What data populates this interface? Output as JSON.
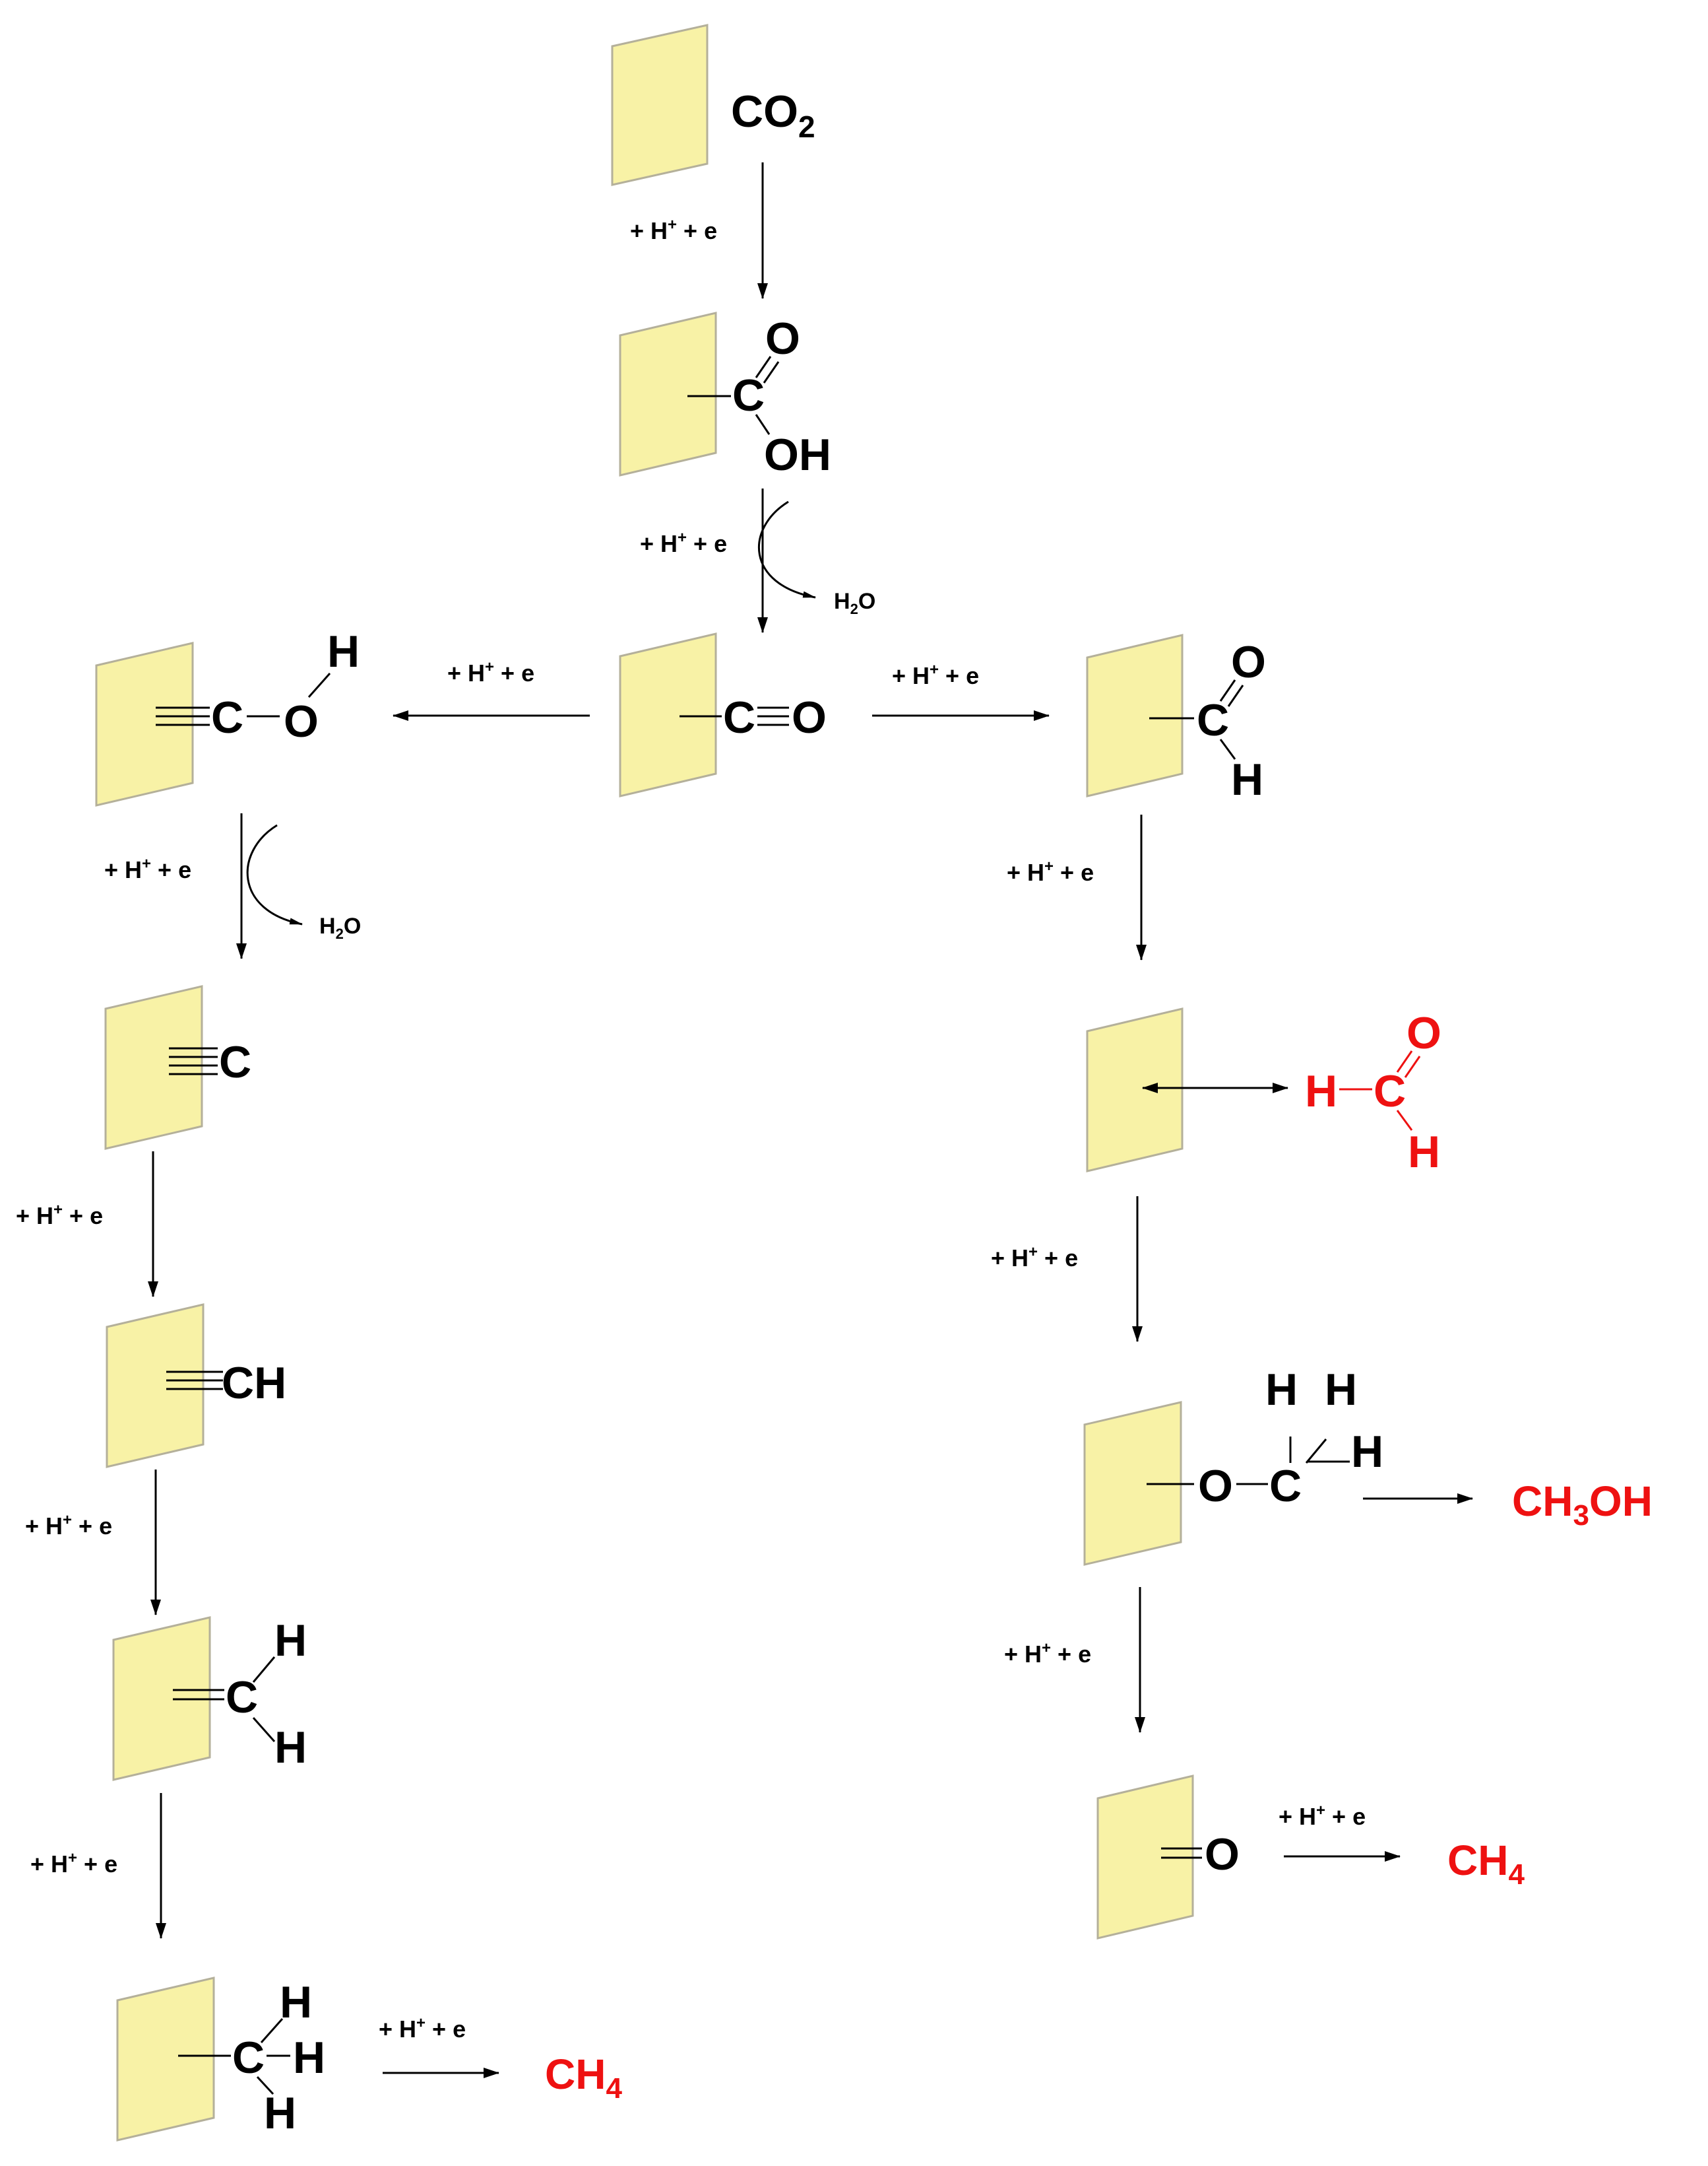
{
  "colors": {
    "surface_fill": "#f8f2a6",
    "surface_edge": "#b4b09a",
    "product": "#ee1111",
    "ink": "#000000"
  },
  "species": {
    "co2": {
      "c": "CO",
      "sub": "2"
    },
    "o": "O",
    "c": "C",
    "h": "H",
    "oh": "OH",
    "ch": "CH"
  },
  "water": {
    "main": "H",
    "sub": "2",
    "end": "O"
  },
  "step_label": {
    "main": "+ H",
    "sup": "+",
    "rest": " + e"
  },
  "products": {
    "methane": {
      "main": "CH",
      "sub": "4"
    },
    "methanol": {
      "main": "CH",
      "sub": "3",
      "end": "OH"
    },
    "formaldehyde": {
      "h": "H",
      "c": "C",
      "o": "O",
      "h2": "H"
    }
  }
}
